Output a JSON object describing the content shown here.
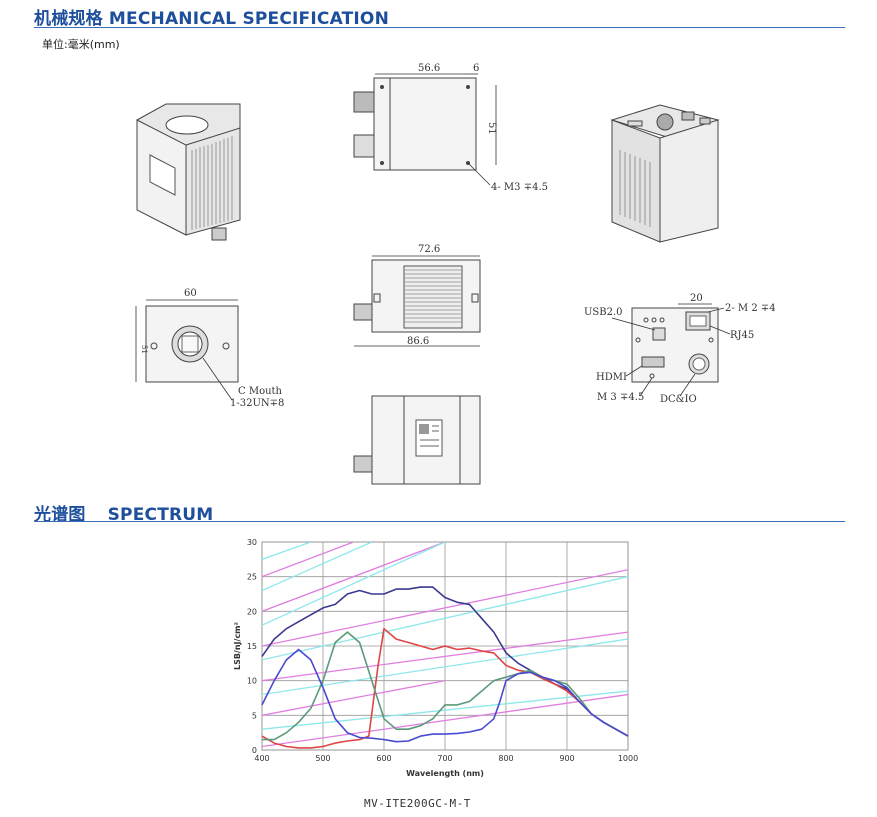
{
  "sections": {
    "mechanical_title": "机械规格 MECHANICAL SPECIFICATION",
    "unit_note": "单位:毫米(mm)",
    "spectrum_title_cn": "光谱图",
    "spectrum_title_en": "SPECTRUM"
  },
  "drawings": {
    "side_top": {
      "dim_width": "56.6",
      "dim_small": "6",
      "dim_height": "51",
      "hole_note": "4- M3 ∓4.5"
    },
    "side_mid": {
      "dim_top": "72.6",
      "dim_bottom": "86.6"
    },
    "front": {
      "dim_width": "60",
      "dim_height": "51",
      "mount_line1": "C Mouth",
      "mount_line2": "1-32UN∓8"
    },
    "rear": {
      "dim_width": "20",
      "hole_top": "2- M 2 ∓4",
      "usb": "USB2.0",
      "rj45": "RJ45",
      "hdmi": "HDMI",
      "hole_bottom": "M 3 ∓4.5",
      "dcio": "DC&IO"
    }
  },
  "chart_data": {
    "type": "line",
    "title": "",
    "xlabel": "Wavelength (nm)",
    "ylabel": "LSB/nJ/cm²",
    "xlim": [
      400,
      1000
    ],
    "ylim": [
      0,
      30
    ],
    "xticks": [
      "400",
      "500",
      "600",
      "700",
      "800",
      "900",
      "1000"
    ],
    "yticks": [
      "0",
      "5",
      "10",
      "15",
      "20",
      "25",
      "30"
    ],
    "grid": true,
    "series": [
      {
        "color": "#3a3a8f",
        "x": [
          400,
          420,
          440,
          460,
          480,
          500,
          520,
          540,
          560,
          580,
          600,
          620,
          640,
          660,
          680,
          700,
          720,
          740,
          760,
          780,
          800,
          820,
          840,
          860,
          880,
          900,
          920,
          940,
          960,
          980,
          1000
        ],
        "y": [
          13.5,
          16,
          17.5,
          18.5,
          19.5,
          20.5,
          21,
          22.5,
          23,
          22.5,
          22.5,
          23.2,
          23.2,
          23.5,
          23.5,
          22,
          21.3,
          21,
          19,
          17,
          14,
          12.5,
          11.5,
          10.5,
          9.5,
          8.8,
          7,
          5.2,
          4,
          3,
          2
        ]
      },
      {
        "color": "#e04545",
        "x": [
          400,
          420,
          440,
          460,
          480,
          500,
          520,
          540,
          560,
          575,
          590,
          600,
          620,
          640,
          660,
          680,
          700,
          720,
          740,
          760,
          780,
          800,
          820,
          840,
          860,
          880,
          900,
          920,
          940,
          960,
          980,
          1000
        ],
        "y": [
          2,
          1,
          0.5,
          0.3,
          0.3,
          0.5,
          1,
          1.3,
          1.5,
          2,
          12,
          17.5,
          16,
          15.5,
          15,
          14.5,
          15,
          14.5,
          14.7,
          14.3,
          14,
          12.2,
          11.5,
          11.2,
          10.3,
          9.5,
          8.5,
          7,
          5.2,
          4,
          3,
          2
        ]
      },
      {
        "color": "#5a9a7a",
        "x": [
          400,
          420,
          440,
          460,
          480,
          500,
          520,
          540,
          560,
          580,
          600,
          620,
          640,
          660,
          680,
          700,
          720,
          740,
          760,
          780,
          800,
          820,
          840,
          860,
          880,
          900,
          920,
          940,
          960,
          980,
          1000
        ],
        "y": [
          1.5,
          1.5,
          2.5,
          4,
          6,
          10,
          15.5,
          17,
          15.5,
          10,
          4.5,
          3,
          3,
          3.5,
          4.5,
          6.5,
          6.5,
          7,
          8.5,
          10,
          10.5,
          11,
          11.5,
          10.5,
          10,
          9.5,
          7.5,
          5.2,
          4,
          3,
          2
        ]
      },
      {
        "color": "#4a4ad0",
        "x": [
          400,
          420,
          440,
          460,
          480,
          500,
          520,
          540,
          560,
          580,
          600,
          620,
          640,
          660,
          680,
          700,
          720,
          740,
          760,
          780,
          790,
          800,
          820,
          840,
          860,
          880,
          900,
          920,
          940,
          960,
          980,
          1000
        ],
        "y": [
          6.5,
          10,
          13,
          14.5,
          13,
          9,
          4.5,
          2.5,
          1.8,
          1.7,
          1.5,
          1.2,
          1.3,
          2,
          2.3,
          2.3,
          2.4,
          2.6,
          3,
          4.5,
          7,
          10,
          11,
          11.2,
          10.5,
          10,
          9,
          7,
          5.2,
          4,
          3,
          2
        ]
      }
    ],
    "reference_lines_magenta": [
      [
        400,
        5,
        700,
        10
      ],
      [
        400,
        10,
        1000,
        17
      ],
      [
        400,
        15,
        1000,
        26
      ],
      [
        400,
        20,
        700,
        30
      ],
      [
        400,
        25,
        550,
        30
      ],
      [
        400,
        0.5,
        1000,
        8
      ]
    ],
    "reference_lines_cyan": [
      [
        400,
        3,
        1000,
        8.5
      ],
      [
        400,
        8,
        1000,
        16
      ],
      [
        400,
        13,
        1000,
        25
      ],
      [
        400,
        18,
        700,
        30
      ],
      [
        400,
        23,
        580,
        30
      ],
      [
        400,
        27.5,
        480,
        30
      ]
    ],
    "caption": "MV-ITE200GC-M-T"
  }
}
